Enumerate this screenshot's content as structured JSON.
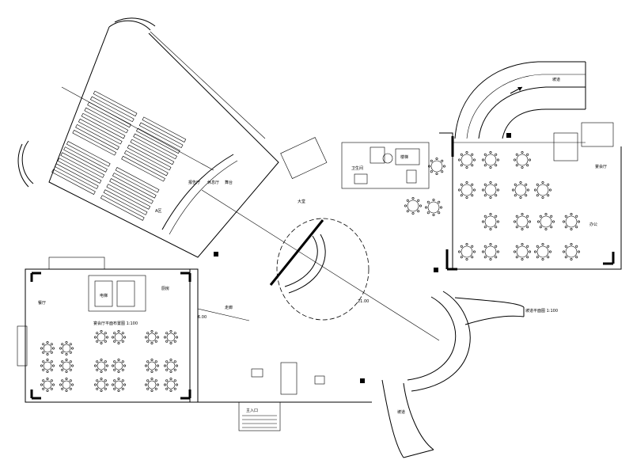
{
  "plan": {
    "labels": {
      "auditorium": "报告厅",
      "stage": "舞台",
      "lobby_left": "休息厅",
      "lobby_center": "大堂",
      "banquet_right": "宴会厅",
      "restaurant_left": "餐厅",
      "kitchen": "厨房",
      "ramp_top": "坡道",
      "ramp_bottom": "坡道",
      "entrance_bottom": "主入口",
      "elevator": "电梯",
      "toilet": "卫生间",
      "stair": "楼梯",
      "dim_center": "21.00",
      "dim_left": "6.00",
      "note_left": "宴会厅平面布置图 1:100",
      "note_right": "坡道平面图 1:100",
      "area_label": "A区",
      "corridor": "走廊",
      "office": "办公"
    }
  }
}
